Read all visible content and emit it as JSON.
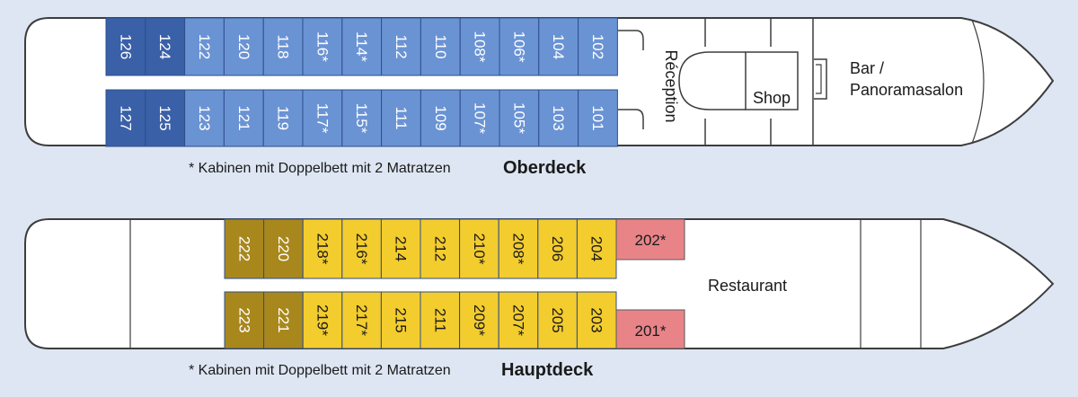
{
  "colors": {
    "background": "#dde6f2",
    "hull_fill": "#ffffff",
    "hull_stroke": "#3d3d3d",
    "dark_blue": "#3a60a8",
    "light_blue": "#6a93d4",
    "olive": "#a8881c",
    "yellow": "#f3cc2e",
    "pink": "#e88488"
  },
  "oberdeck": {
    "title": "Oberdeck",
    "note": "* Kabinen mit Doppelbett mit 2 Matratzen",
    "top_row": [
      {
        "label": "126",
        "color": "dark_blue"
      },
      {
        "label": "124",
        "color": "dark_blue"
      },
      {
        "label": "122",
        "color": "light_blue"
      },
      {
        "label": "120",
        "color": "light_blue"
      },
      {
        "label": "118",
        "color": "light_blue"
      },
      {
        "label": "116*",
        "color": "light_blue"
      },
      {
        "label": "114*",
        "color": "light_blue"
      },
      {
        "label": "112",
        "color": "light_blue"
      },
      {
        "label": "110",
        "color": "light_blue"
      },
      {
        "label": "108*",
        "color": "light_blue"
      },
      {
        "label": "106*",
        "color": "light_blue"
      },
      {
        "label": "104",
        "color": "light_blue"
      },
      {
        "label": "102",
        "color": "light_blue"
      }
    ],
    "bottom_row": [
      {
        "label": "127",
        "color": "dark_blue"
      },
      {
        "label": "125",
        "color": "dark_blue"
      },
      {
        "label": "123",
        "color": "light_blue"
      },
      {
        "label": "121",
        "color": "light_blue"
      },
      {
        "label": "119",
        "color": "light_blue"
      },
      {
        "label": "117*",
        "color": "light_blue"
      },
      {
        "label": "115*",
        "color": "light_blue"
      },
      {
        "label": "111",
        "color": "light_blue"
      },
      {
        "label": "109",
        "color": "light_blue"
      },
      {
        "label": "107*",
        "color": "light_blue"
      },
      {
        "label": "105*",
        "color": "light_blue"
      },
      {
        "label": "103",
        "color": "light_blue"
      },
      {
        "label": "101",
        "color": "light_blue"
      }
    ],
    "reception": "Réception",
    "shop": "Shop",
    "bar_line1": "Bar /",
    "bar_line2": "Panoramasalon"
  },
  "hauptdeck": {
    "title": "Hauptdeck",
    "note": "* Kabinen mit Doppelbett mit 2 Matratzen",
    "top_row": [
      {
        "label": "222",
        "color": "olive"
      },
      {
        "label": "220",
        "color": "olive"
      },
      {
        "label": "218*",
        "color": "yellow"
      },
      {
        "label": "216*",
        "color": "yellow"
      },
      {
        "label": "214",
        "color": "yellow"
      },
      {
        "label": "212",
        "color": "yellow"
      },
      {
        "label": "210*",
        "color": "yellow"
      },
      {
        "label": "208*",
        "color": "yellow"
      },
      {
        "label": "206",
        "color": "yellow"
      },
      {
        "label": "204",
        "color": "yellow"
      }
    ],
    "bottom_row": [
      {
        "label": "223",
        "color": "olive"
      },
      {
        "label": "221",
        "color": "olive"
      },
      {
        "label": "219*",
        "color": "yellow"
      },
      {
        "label": "217*",
        "color": "yellow"
      },
      {
        "label": "215",
        "color": "yellow"
      },
      {
        "label": "211",
        "color": "yellow"
      },
      {
        "label": "209*",
        "color": "yellow"
      },
      {
        "label": "207*",
        "color": "yellow"
      },
      {
        "label": "205",
        "color": "yellow"
      },
      {
        "label": "203",
        "color": "yellow"
      }
    ],
    "suite_top": {
      "label": "202*",
      "color": "pink"
    },
    "suite_bottom": {
      "label": "201*",
      "color": "pink"
    },
    "restaurant": "Restaurant"
  }
}
